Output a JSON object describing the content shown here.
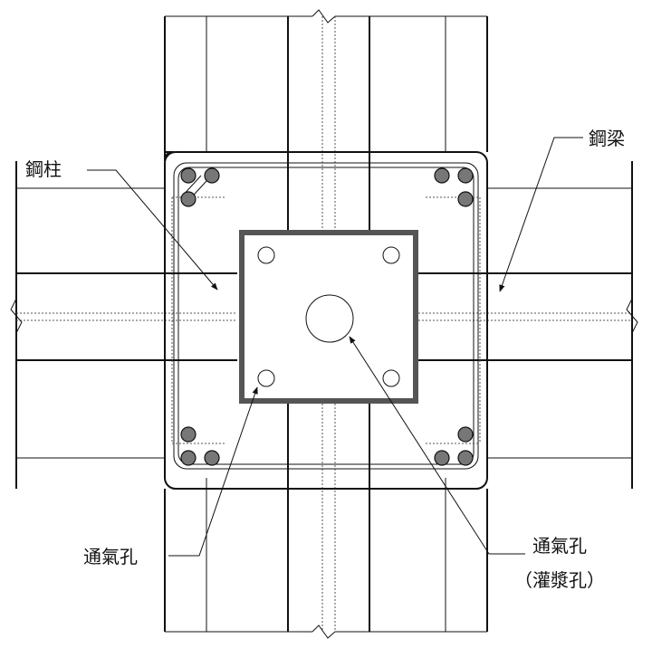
{
  "labels": {
    "steel_column": "鋼柱",
    "steel_beam": "鋼梁",
    "vent_hole": "通氣孔",
    "vent_hole_grout": "通氣孔",
    "grout_hole": "（灌漿孔）"
  },
  "colors": {
    "line": "#111111",
    "plate": "#555555",
    "rebar": "#777777",
    "background": "#ffffff"
  }
}
